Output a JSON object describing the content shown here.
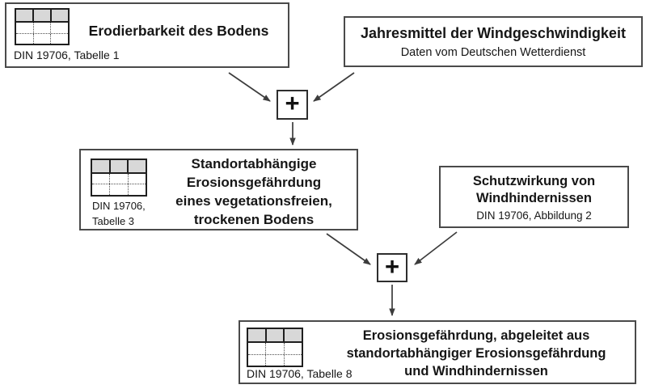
{
  "diagram": {
    "type": "flowchart",
    "language": "de",
    "colors": {
      "background": "#ffffff",
      "box_border": "#4a4a4a",
      "icon_border": "#1f1f1f",
      "icon_header_fill": "#d8d8d8",
      "arrow": "#3c3c3c",
      "text": "#161616"
    }
  },
  "connectors": {
    "plus": "+"
  },
  "boxes": {
    "erodibility": {
      "title": "Erodierbarkeit des Bodens",
      "source": "DIN 19706, Tabelle 1"
    },
    "wind_mean": {
      "title": "Jahresmittel der Windgeschwindigkeit",
      "subtitle": "Daten vom Deutschen Wetterdienst"
    },
    "site_erosion": {
      "title": "Standortabhängige\nErosionsgefährdung\neines vegetationsfreien,\ntrockenen Bodens",
      "source": "DIN 19706,\nTabelle 3"
    },
    "wind_protection": {
      "title": "Schutzwirkung von\nWindhindernissen",
      "source": "DIN 19706, Abbildung 2"
    },
    "derived_erosion": {
      "title": "Erosionsgefährdung, abgeleitet aus\nstandortabhängiger Erosionsgefährdung\nund Windhindernissen",
      "source": "DIN 19706, Tabelle 8"
    }
  }
}
